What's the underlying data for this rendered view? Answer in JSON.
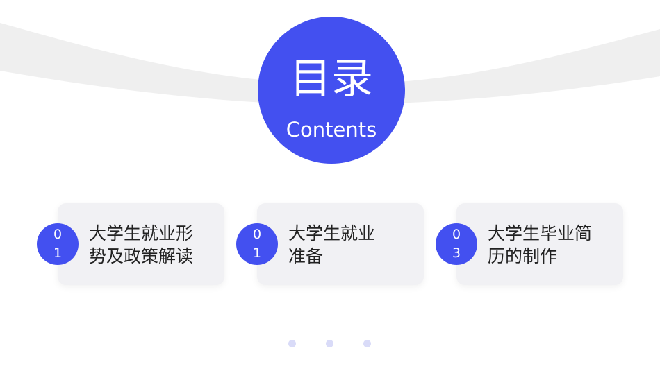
{
  "title": {
    "main": "目录",
    "sub": "Contents"
  },
  "items": [
    {
      "number_line1": "0",
      "number_line2": "1",
      "text_line1": "大学生就业形",
      "text_line2": "势及政策解读"
    },
    {
      "number_line1": "0",
      "number_line2": "1",
      "text_line1": "大学生就业",
      "text_line2": "准备"
    },
    {
      "number_line1": "0",
      "number_line2": "3",
      "text_line1": "大学生毕业简",
      "text_line2": "历的制作"
    }
  ],
  "colors": {
    "accent": "#4350f0",
    "card_background": "#f1f1f4",
    "swoosh": "#efefef",
    "dots": "#d9dbf8"
  }
}
